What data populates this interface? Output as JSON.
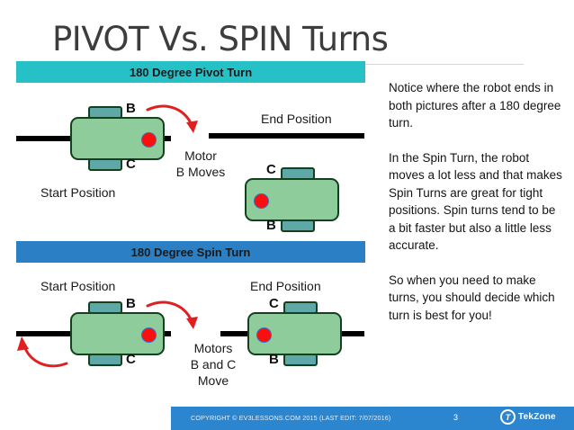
{
  "title": "PIVOT Vs. SPIN Turns",
  "banners": {
    "pivot": "180 Degree Pivot Turn",
    "spin": "180 Degree Spin Turn"
  },
  "colors": {
    "pivot_banner": "#26c0c7",
    "spin_banner": "#2b7fc4",
    "footer": "#2b85cf",
    "robot_body": "#8fcc9b",
    "robot_wheel": "#5fa8a8",
    "robot_outline": "#13401d",
    "sensor_dot": "#fa0f0f",
    "arrow": "#e02020",
    "ground_line": "#000000"
  },
  "pivot_section": {
    "start_label": "Start Position",
    "end_label": "End Position",
    "motor_note_line1": "Motor",
    "motor_note_line2": "B Moves",
    "start_robot": {
      "top_wheel_label": "B",
      "bottom_wheel_label": "C"
    },
    "end_robot": {
      "top_wheel_label": "C",
      "bottom_wheel_label": "B"
    }
  },
  "spin_section": {
    "start_label": "Start Position",
    "end_label": "End Position",
    "motor_note_line1": "Motors",
    "motor_note_line2": "B and C",
    "motor_note_line3": "Move",
    "start_robot": {
      "top_wheel_label": "B",
      "bottom_wheel_label": "C"
    },
    "end_robot": {
      "top_wheel_label": "C",
      "bottom_wheel_label": "B"
    }
  },
  "notes": {
    "paragraph1": "Notice where the robot ends in both pictures after a 180 degree turn.",
    "paragraph2": "In the Spin Turn, the robot moves a lot less and that makes Spin Turns are great for tight positions. Spin turns tend to be a bit faster but also a little less accurate.",
    "paragraph3": "So when you need to make turns, you should decide which turn is best for you!"
  },
  "footer": {
    "copyright": "COPYRIGHT © EV3LESSONS.COM 2015 (LAST EDIT: 7/07/2016)",
    "page_number": "3",
    "logo_text": "TekZone",
    "logo_mark": "T"
  }
}
